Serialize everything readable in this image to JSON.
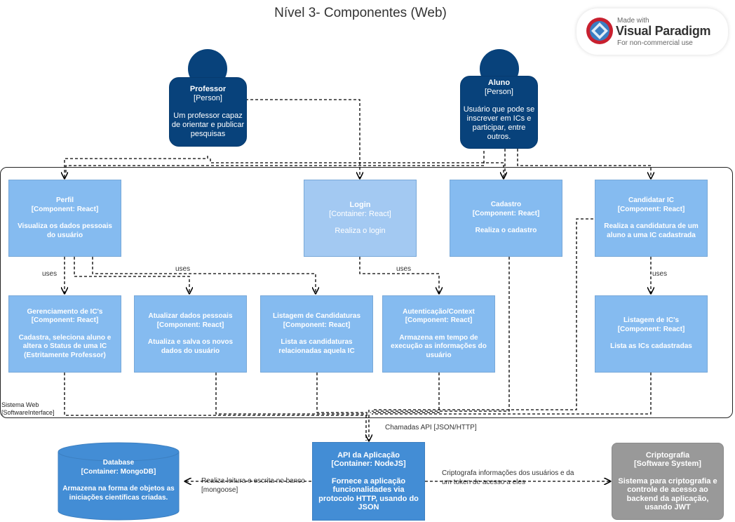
{
  "title": "Nível 3- Componentes (Web)",
  "watermark": {
    "made_with": "Made with",
    "brand": "Visual Paradigm",
    "note": "For non-commercial use"
  },
  "people": {
    "professor": {
      "name": "Professor",
      "type": "[Person]",
      "description": "Um professor capaz de orientar e publicar pesquisas"
    },
    "aluno": {
      "name": "Aluno",
      "type": "[Person]",
      "description": "Usuário que pode se inscrever em ICs e participar, entre outros."
    }
  },
  "boundary": {
    "name": "Sistema Web",
    "type": "[SoftwareInterface]"
  },
  "components": {
    "perfil": {
      "name": "Perfil",
      "type": "[Component: React]",
      "description": "Visualiza os dados pessoais do usuário"
    },
    "login": {
      "name": "Login",
      "type": "[Container: React]",
      "description": "Realiza o login"
    },
    "cadastro": {
      "name": "Cadastro",
      "type": "[Component: React]",
      "description": "Realiza o cadastro"
    },
    "candidatar": {
      "name": "Candidatar IC",
      "type": "[Component: React]",
      "description": "Realiza a candidatura de um aluno a uma IC cadastrada"
    },
    "gerenciamento": {
      "name": "Gerenciamento de IC's",
      "type": "[Component: React]",
      "description": "Cadastra, seleciona aluno e altera o Status de uma IC (Estritamente Professor)"
    },
    "atualizar": {
      "name": "Atualizar dados pessoais",
      "type": "[Component: React]",
      "description": "Atualiza e salva os novos dados do usuário"
    },
    "listagem_cand": {
      "name": "Listagem de Candidaturas",
      "type": "[Component: React]",
      "description": "Lista as candidaturas relacionadas aquela IC"
    },
    "autenticacao": {
      "name": "Autenticação/Context",
      "type": "[Component: React]",
      "description": "Armazena em tempo de execução as informações do usuário"
    },
    "listagem_ic": {
      "name": "Listagem de IC's",
      "type": "[Component: React]",
      "description": "Lista as ICs cadastradas"
    }
  },
  "api": {
    "name": "API da Aplicação",
    "type": "[Container: NodeJS]",
    "description": "Fornece a aplicação funcionalidades via protocolo HTTP, usando do JSON"
  },
  "database": {
    "name": "Database",
    "type": "[Container: MongoDB]",
    "description": "Armazena na forma de objetos as iniciações científicas criadas."
  },
  "cripto": {
    "name": "Criptografia",
    "type": "[Software System]",
    "description": "Sistema para criptografia e controle de acesso ao backend da aplicação, usando JWT"
  },
  "edges": {
    "uses_1": "uses",
    "uses_2": "uses",
    "uses_3": "uses",
    "uses_4": "uses",
    "api_calls": "Chamadas API [JSON/HTTP]",
    "db_rw": "Realiza leitura e escrita no banco [mongoose]",
    "cripto_desc": "Criptografa informações dos usuários e da um token de acesso a eles"
  },
  "colors": {
    "person": "#08427b",
    "component": "#85bbf0",
    "container": "#438dd5",
    "external": "#999999"
  }
}
